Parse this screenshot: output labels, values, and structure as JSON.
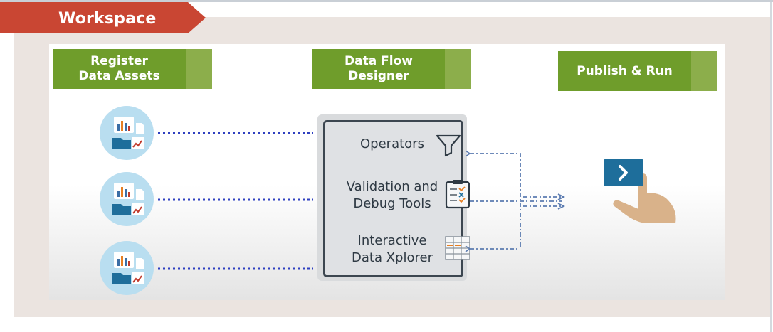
{
  "header": {
    "title": "Workspace"
  },
  "stages": {
    "register": "Register\nData Assets",
    "designer": "Data Flow\nDesigner",
    "publish": "Publish & Run"
  },
  "designer_box": {
    "operators": "Operators",
    "validation": "Validation and\nDebug Tools",
    "explorer": "Interactive\nData Xplorer"
  },
  "colors": {
    "banner": "#c94633",
    "stage_green": "#6f9d2b",
    "stage_tab": "#8cae4b",
    "connector_blue": "#2e3fc0",
    "asset_circle": "#b9def0",
    "play_button": "#1e6e9b"
  },
  "icons": [
    "data-asset-icon",
    "filter-icon",
    "checklist-icon",
    "table-grid-icon",
    "play-icon",
    "hand-icon"
  ]
}
